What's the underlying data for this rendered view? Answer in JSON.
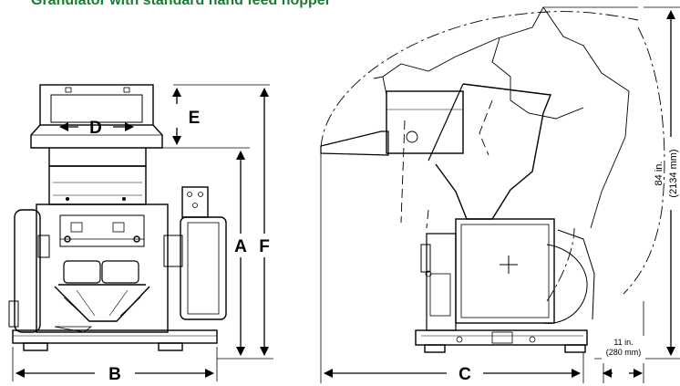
{
  "title": "Granulator with standard hand feed hopper",
  "colors": {
    "title": "#1f7a35",
    "line": "#000000",
    "background": "#ffffff"
  },
  "dimensions": {
    "A": "A",
    "B": "B",
    "C": "C",
    "D": "D",
    "E": "E",
    "F": "F",
    "height_in": "84 in.",
    "height_mm": "(2134 mm)",
    "clearance_in": "11 in.",
    "clearance_mm": "(280 mm)"
  }
}
